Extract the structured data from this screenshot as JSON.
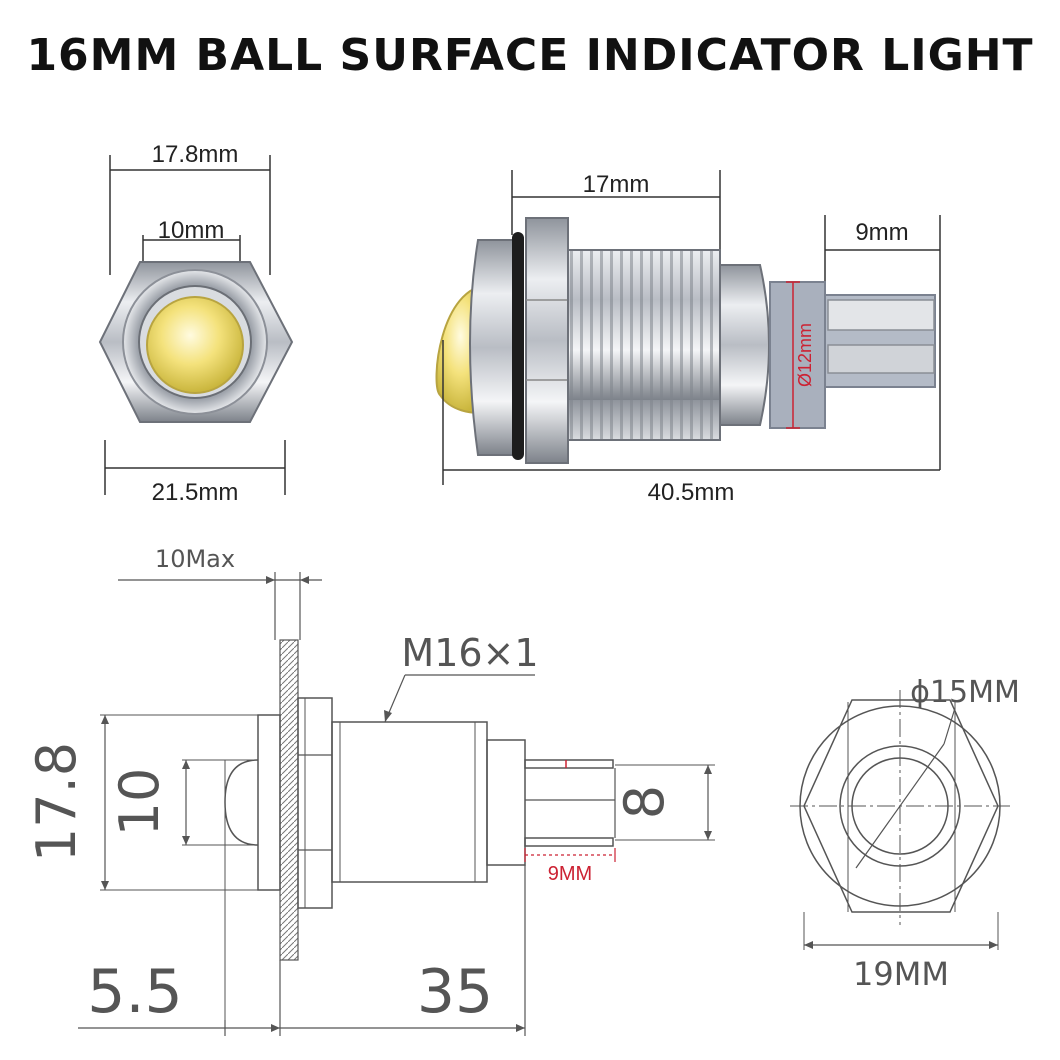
{
  "title": "16MM BALL SURFACE INDICATOR LIGHT",
  "front_view": {
    "width_top": "17.8mm",
    "lens": "10mm",
    "width_bottom": "21.5mm"
  },
  "side_view": {
    "thread_length": "17mm",
    "terminal_length": "9mm",
    "base_diameter": "Ø12mm",
    "total_length": "40.5mm"
  },
  "drawing": {
    "panel_max": "10Max",
    "thread": "M16×1",
    "height": "17.8",
    "lens_height": "10",
    "terminal_gap": "8",
    "terminal_len": "9MM",
    "flange": "5.5",
    "body_len": "35"
  },
  "end_view": {
    "inner_diameter": "ϕ15MM",
    "hex_width": "19MM"
  },
  "colors": {
    "lens_yellow": "#f2e07a",
    "chrome": "#c8ccd2",
    "terminal_base": "#a9b0bd",
    "dimension_red": "#cc2233"
  }
}
